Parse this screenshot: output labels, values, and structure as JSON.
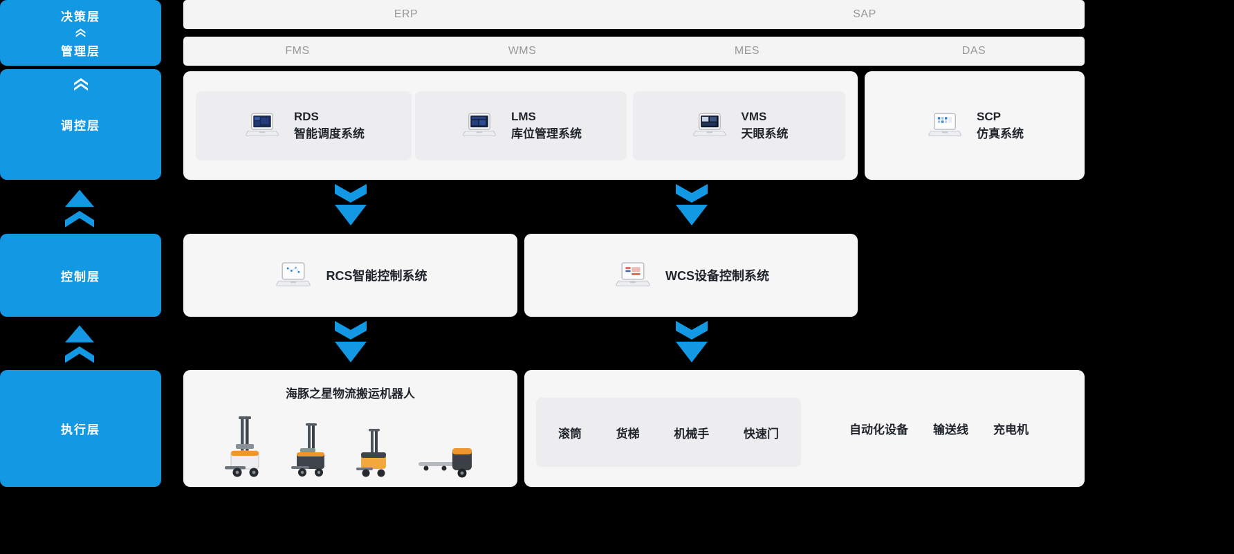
{
  "colors": {
    "accent_blue": "#1398e4",
    "card_bg": "#f6f6f7",
    "inner_card_bg": "#ededef",
    "bar_bg": "#f4f4f5",
    "text_dark": "#1f242b",
    "bar_text": "#96989c"
  },
  "sidebar": {
    "decision_label": "决策层",
    "management_label": "管理层",
    "regulation_label": "调控层",
    "control_label": "控制层",
    "execution_label": "执行层"
  },
  "top_bars": {
    "erp": "ERP",
    "sap": "SAP",
    "fms": "FMS",
    "wms": "WMS",
    "mes": "MES",
    "das": "DAS"
  },
  "regulation_row": {
    "rds": {
      "abbr": "RDS",
      "name": "智能调度系统"
    },
    "lms": {
      "abbr": "LMS",
      "name": "库位管理系统"
    },
    "vms": {
      "abbr": "VMS",
      "name": "天眼系统"
    },
    "scp": {
      "abbr": "SCP",
      "name": "仿真系统"
    }
  },
  "control_row": {
    "rcs_label": "RCS智能控制系统",
    "wcs_label": "WCS设备控制系统"
  },
  "execution_row": {
    "robots_title": "海豚之星物流搬运机器人",
    "device_group": [
      "滚筒",
      "货梯",
      "机械手",
      "快速门"
    ],
    "devices": [
      "自动化设备",
      "输送线",
      "充电机"
    ]
  },
  "icons": {
    "laptop": "laptop-icon",
    "up_arrow": "double-chevron-up-icon",
    "down_arrow": "double-chevron-down-icon",
    "robots": [
      "reach-stacker-agv",
      "counterbalance-stacker-agv",
      "pallet-stacker-agv",
      "pallet-truck-agv"
    ]
  }
}
